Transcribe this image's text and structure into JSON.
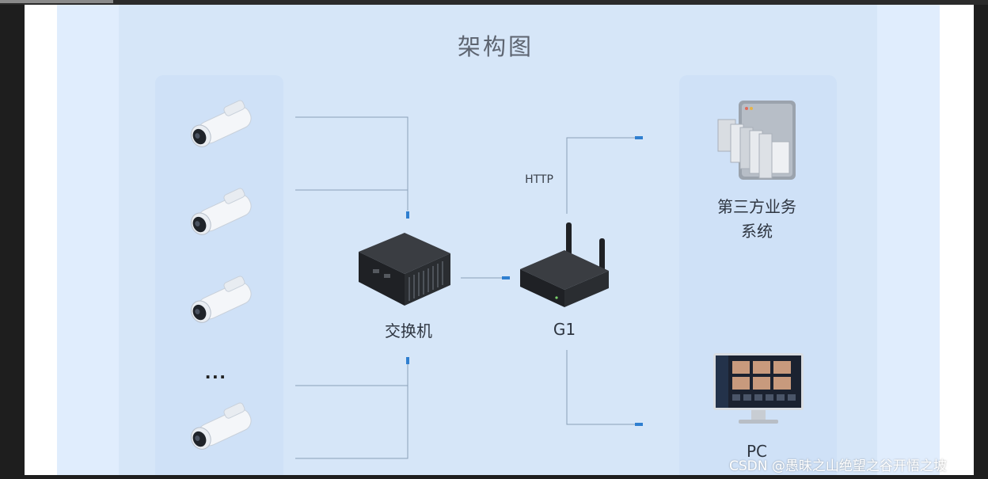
{
  "diagram": {
    "title": "架构图",
    "protocol_label": "HTTP",
    "ellipsis": "...",
    "nodes": {
      "switch": "交换机",
      "gateway": "G1",
      "third_party": "第三方业务\n系统",
      "pc": "PC"
    },
    "cameras_visible": 4,
    "colors": {
      "background_outer": "#e0edfd",
      "background_inner": "#d6e6f8",
      "column_panel": "#cfe1f7",
      "wire": "#8aa0b8",
      "connector": "#2f7fd0"
    }
  },
  "watermark": "CSDN @愚昧之山绝望之谷开悟之坡"
}
